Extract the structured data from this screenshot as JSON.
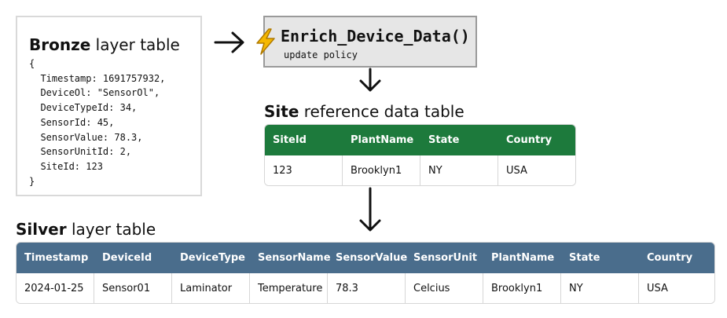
{
  "bronze": {
    "title_bold": "Bronze",
    "title_rest": " layer table",
    "code": "{\n  Timestamp: 1691757932,\n  DeviceOl: \"SensorOl\",\n  DeviceTypeId: 34,\n  SensorId: 45,\n  SensorValue: 78.3,\n  SensorUnitId: 2,\n  SiteId: 123\n}"
  },
  "policy": {
    "name": "Enrich_Device_Data()",
    "subtitle": "update policy",
    "icon": "lightning-bolt-icon"
  },
  "site": {
    "title_bold": "Site",
    "title_rest": " reference data table",
    "headers": [
      "SiteId",
      "PlantName",
      "State",
      "Country"
    ],
    "row": [
      "123",
      "Brooklyn1",
      "NY",
      "USA"
    ],
    "header_color": "#1d7a3c"
  },
  "silver": {
    "title_bold": "Silver",
    "title_rest": " layer table",
    "headers": [
      "Timestamp",
      "DeviceId",
      "DeviceType",
      "SensorName",
      "SensorValue",
      "SensorUnit",
      "PlantName",
      "State",
      "Country"
    ],
    "row": [
      "2024-01-25",
      "Sensor01",
      "Laminator",
      "Temperature",
      "78.3",
      "Celcius",
      "Brooklyn1",
      "NY",
      "USA"
    ],
    "header_color": "#4a6d8c"
  }
}
